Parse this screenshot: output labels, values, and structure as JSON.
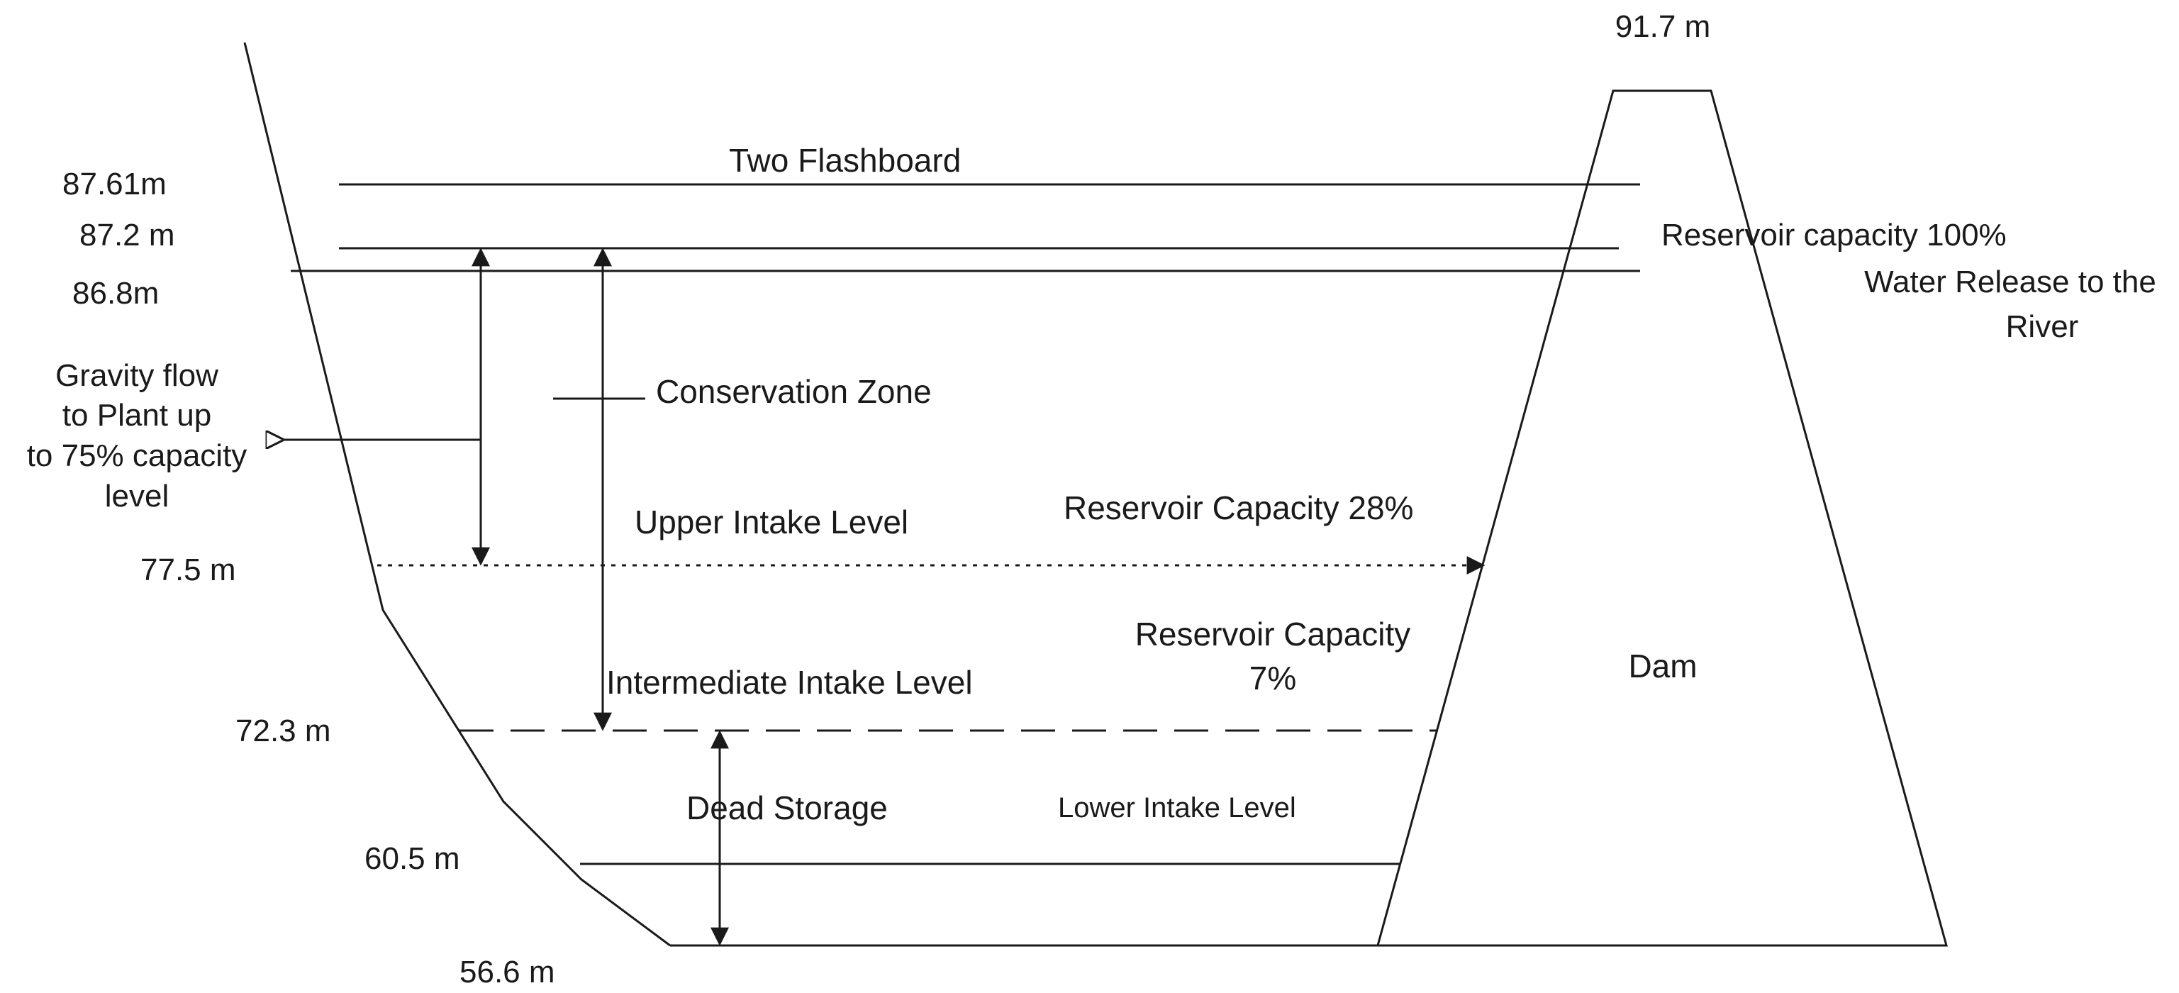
{
  "levels": {
    "top_dam": "91.7 m",
    "two_flashboard": "87.61m",
    "full_supply": "87.2 m",
    "spillway": "86.8m",
    "upper_intake": "77.5 m",
    "intermediate_intake": "72.3 m",
    "lower_intake": "60.5 m",
    "bottom": "56.6 m"
  },
  "labels": {
    "two_flashboard": "Two Flashboard",
    "reservoir_100": "Reservoir capacity 100%",
    "water_release_line1": "Water Release to the",
    "water_release_line2": "River",
    "gravity_line1": "Gravity flow",
    "gravity_line2": "to Plant up",
    "gravity_line3": "to 75% capacity",
    "gravity_line4": "level",
    "conservation_zone": "Conservation Zone",
    "upper_intake_level": "Upper Intake Level",
    "reservoir_28": "Reservoir Capacity 28%",
    "reservoir_7_line1": "Reservoir Capacity",
    "reservoir_7_line2": "7%",
    "intermediate_intake_level": "Intermediate Intake Level",
    "dam": "Dam",
    "dead_storage": "Dead Storage",
    "lower_intake_level": "Lower Intake Level"
  },
  "colors": {
    "line": "#1a1a1a",
    "background": "#ffffff"
  }
}
